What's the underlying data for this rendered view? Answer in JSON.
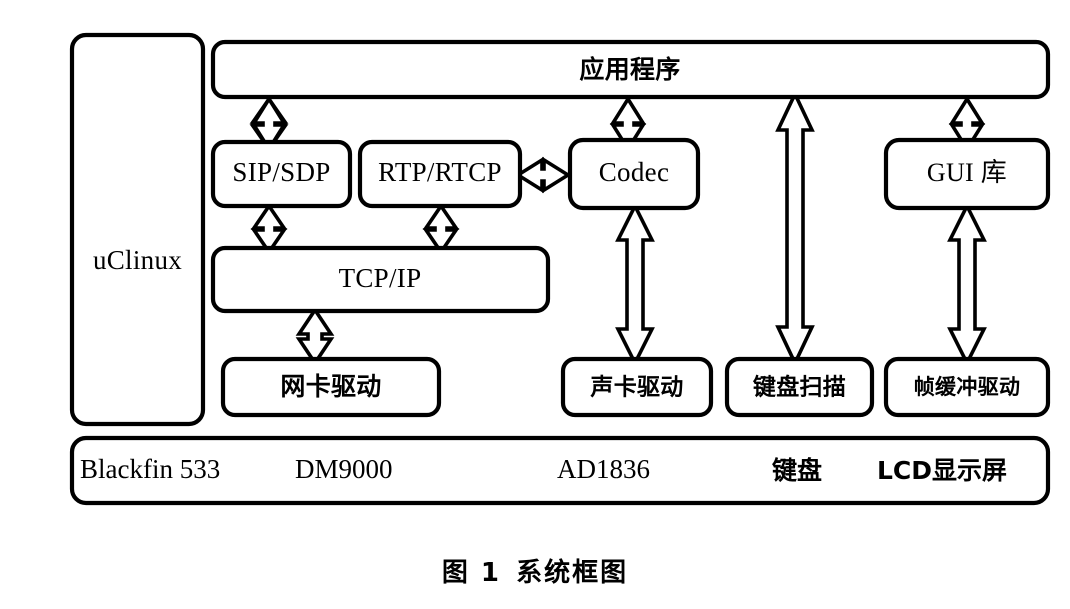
{
  "figure": {
    "caption_label": "图 1",
    "caption_title": "系统框图",
    "type": "system-block-diagram"
  },
  "nodes": {
    "os": {
      "label": "uClinux",
      "script": "latin"
    },
    "application": {
      "label": "应用程序",
      "script": "cjk"
    },
    "sip_sdp": {
      "label": "SIP/SDP",
      "script": "latin"
    },
    "rtp_rtcp": {
      "label": "RTP/RTCP",
      "script": "latin"
    },
    "codec": {
      "label": "Codec",
      "script": "latin"
    },
    "gui_lib": {
      "label": "GUI 库",
      "script": "mixed"
    },
    "tcp_ip": {
      "label": "TCP/IP",
      "script": "latin"
    },
    "nic_driver": {
      "label": "网卡驱动",
      "script": "cjk"
    },
    "sound_driver": {
      "label": "声卡驱动",
      "script": "cjk"
    },
    "keyboard_scan": {
      "label": "键盘扫描",
      "script": "cjk"
    },
    "framebuffer_driver": {
      "label": "帧缓冲驱动",
      "script": "cjk"
    }
  },
  "hardware_bar": {
    "items": [
      {
        "label": "Blackfin 533",
        "script": "latin"
      },
      {
        "label": "DM9000",
        "script": "latin"
      },
      {
        "label": "AD1836",
        "script": "latin"
      },
      {
        "label": "键盘",
        "script": "cjk"
      },
      {
        "label": "LCD显示屏",
        "script": "mixed"
      }
    ]
  },
  "connections": [
    {
      "from": "application",
      "to": "sip_sdp",
      "direction": "bidirectional",
      "orientation": "vertical"
    },
    {
      "from": "application",
      "to": "codec",
      "direction": "bidirectional",
      "orientation": "vertical"
    },
    {
      "from": "application",
      "to": "keyboard_scan",
      "direction": "bidirectional",
      "orientation": "vertical"
    },
    {
      "from": "application",
      "to": "gui_lib",
      "direction": "bidirectional",
      "orientation": "vertical"
    },
    {
      "from": "rtp_rtcp",
      "to": "codec",
      "direction": "bidirectional",
      "orientation": "horizontal"
    },
    {
      "from": "sip_sdp",
      "to": "tcp_ip",
      "direction": "bidirectional",
      "orientation": "vertical"
    },
    {
      "from": "rtp_rtcp",
      "to": "tcp_ip",
      "direction": "bidirectional",
      "orientation": "vertical"
    },
    {
      "from": "tcp_ip",
      "to": "nic_driver",
      "direction": "bidirectional",
      "orientation": "vertical"
    },
    {
      "from": "codec",
      "to": "sound_driver",
      "direction": "bidirectional",
      "orientation": "vertical"
    },
    {
      "from": "gui_lib",
      "to": "framebuffer_driver",
      "direction": "bidirectional",
      "orientation": "vertical"
    }
  ],
  "colors": {
    "stroke": "#000000",
    "fill": "#ffffff",
    "background": "#ffffff"
  }
}
